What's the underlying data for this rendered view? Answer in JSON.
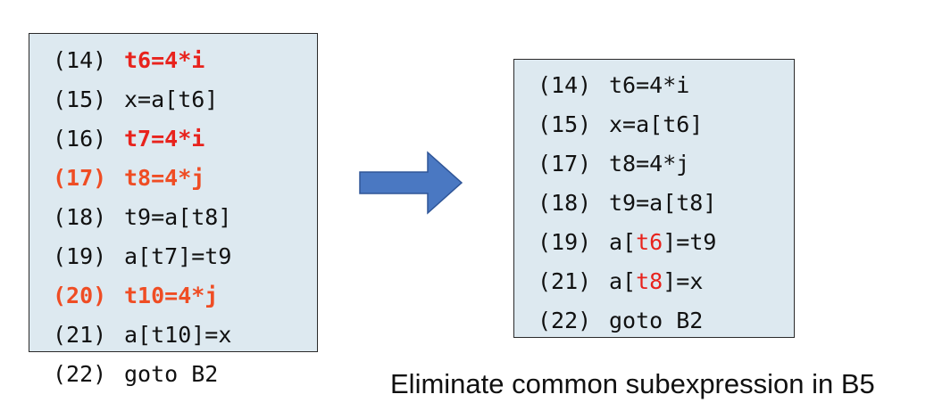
{
  "left_block": {
    "lines": [
      {
        "num": "(14)",
        "code": "t6=4*i"
      },
      {
        "num": "(15)",
        "code": "x=a[t6]"
      },
      {
        "num": "(16)",
        "code": "t7=4*i"
      },
      {
        "num": "(17)",
        "code": "t8=4*j"
      },
      {
        "num": "(18)",
        "code": "t9=a[t8]"
      },
      {
        "num": "(19)",
        "code": "a[t7]=t9"
      },
      {
        "num": "(20)",
        "code": "t10=4*j"
      },
      {
        "num": "(21)",
        "code": "a[t10]=x"
      },
      {
        "num": "(22)",
        "code": "goto B2"
      }
    ]
  },
  "right_block": {
    "lines": [
      {
        "num": "(14)",
        "code": "t6=4*i"
      },
      {
        "num": "(15)",
        "code": "x=a[t6]"
      },
      {
        "num": "(17)",
        "code": "t8=4*j"
      },
      {
        "num": "(18)",
        "code": "t9=a[t8]"
      },
      {
        "num": "(19)",
        "pre": "a[",
        "hl": "t6",
        "post": "]=t9"
      },
      {
        "num": "(21)",
        "pre": "a[",
        "hl": "t8",
        "post": "]=x"
      },
      {
        "num": "(22)",
        "code": "goto B2"
      }
    ]
  },
  "caption": "Eliminate common subexpression in B5",
  "colors": {
    "box_fill": "#dde9f0",
    "highlight_red": "#e8231d",
    "highlight_orange": "#ef4d24",
    "arrow_fill": "#4a78c2"
  },
  "icons": {
    "arrow": "right-arrow-icon"
  }
}
